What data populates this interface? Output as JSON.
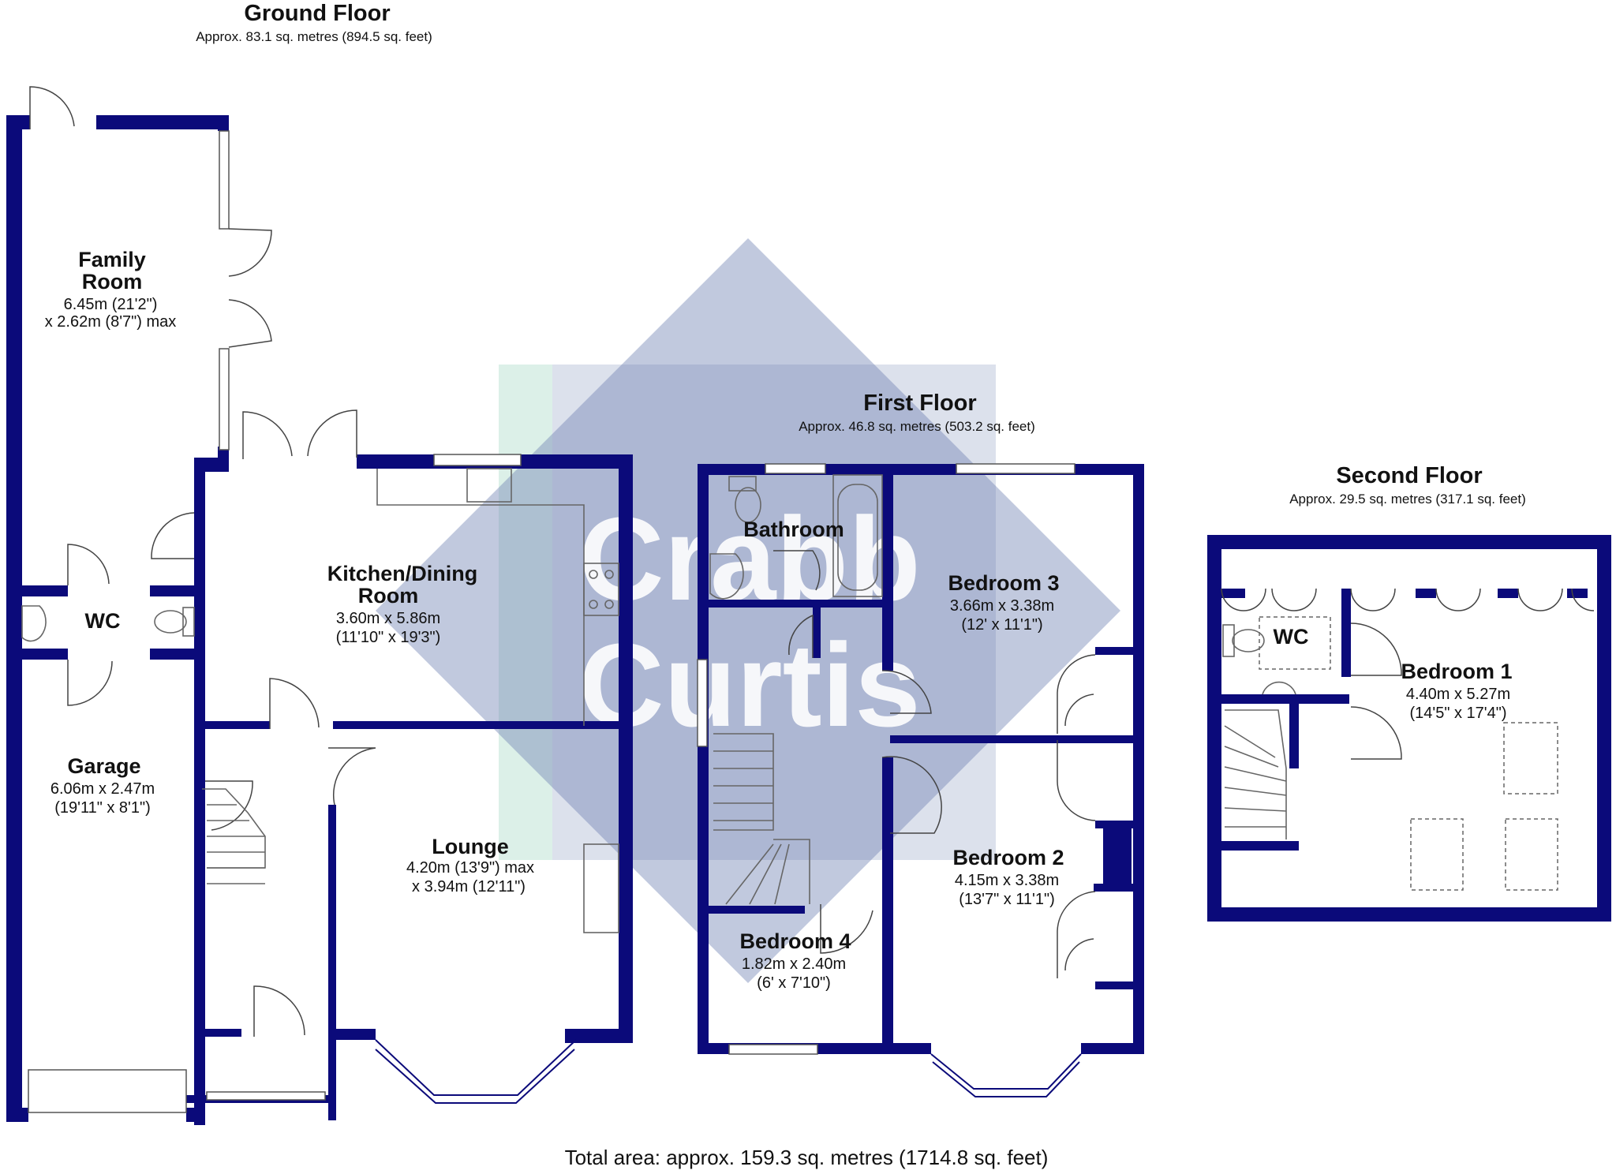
{
  "floors": {
    "ground": {
      "title": "Ground Floor",
      "area": "Approx. 83.1 sq. metres (894.5 sq. feet)"
    },
    "first": {
      "title": "First Floor",
      "area": "Approx. 46.8 sq. metres (503.2 sq. feet)"
    },
    "second": {
      "title": "Second Floor",
      "area": "Approx. 29.5 sq. metres (317.1 sq. feet)"
    }
  },
  "rooms": {
    "family_room": {
      "name_l1": "Family",
      "name_l2": "Room",
      "dim_l1": "6.45m (21'2\")",
      "dim_l2": "x 2.62m (8'7\") max"
    },
    "wc_ground": {
      "name": "WC"
    },
    "garage": {
      "name": "Garage",
      "dim_l1": "6.06m x 2.47m",
      "dim_l2": "(19'11\" x 8'1\")"
    },
    "kitchen": {
      "name_l1": "Kitchen/Dining",
      "name_l2": "Room",
      "dim_l1": "3.60m x 5.86m",
      "dim_l2": "(11'10\" x 19'3\")"
    },
    "lounge": {
      "name": "Lounge",
      "dim_l1": "4.20m (13'9\") max",
      "dim_l2": "x 3.94m (12'11\")"
    },
    "bathroom": {
      "name": "Bathroom"
    },
    "bedroom3": {
      "name": "Bedroom 3",
      "dim_l1": "3.66m x 3.38m",
      "dim_l2": "(12' x 11'1\")"
    },
    "bedroom2": {
      "name": "Bedroom 2",
      "dim_l1": "4.15m x 3.38m",
      "dim_l2": "(13'7\" x 11'1\")"
    },
    "bedroom4": {
      "name": "Bedroom 4",
      "dim_l1": "1.82m x 2.40m",
      "dim_l2": "(6' x 7'10\")"
    },
    "wc_second": {
      "name": "WC"
    },
    "bedroom1": {
      "name": "Bedroom 1",
      "dim_l1": "4.40m x 5.27m",
      "dim_l2": "(14'5\" x 17'4\")"
    }
  },
  "total_area": "Total area: approx. 159.3 sq. metres (1714.8 sq. feet)",
  "watermark": {
    "line1": "Crabb",
    "line2": "Curtis"
  },
  "colors": {
    "wall": "#0b0a7a",
    "watermark_blue": "#6b7fb0",
    "watermark_green": "#bfe3d6",
    "watermark_lavender": "#dcd6ee"
  }
}
